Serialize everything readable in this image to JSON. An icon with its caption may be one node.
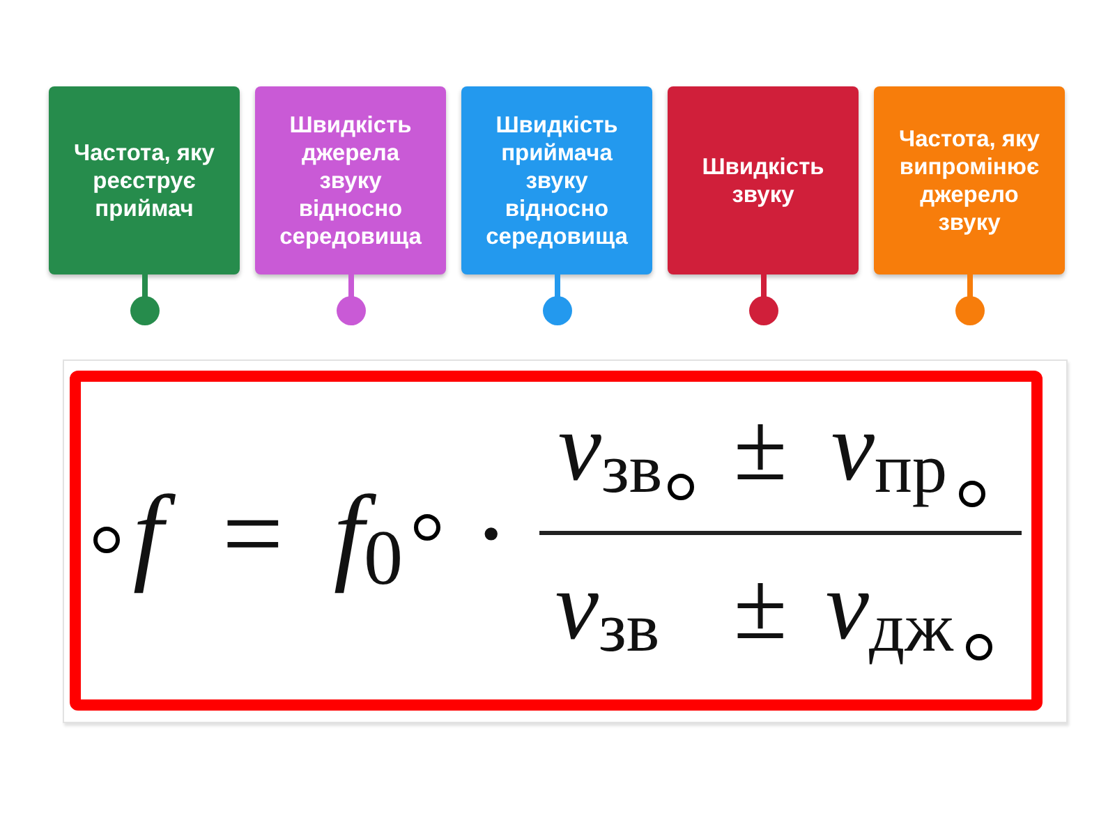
{
  "diagram": {
    "nodes": [
      {
        "text": [
          "Частота, яку реєструє приймач"
        ]
      },
      {
        "text": [
          "Швидкість джерела звуку відносно середовища"
        ]
      },
      {
        "text": [
          "Швидкість приймача звуку відносно середовища"
        ]
      },
      {
        "text": [
          "Швидкість звуку"
        ]
      },
      {
        "text": [
          "Частота, яку випромінює джерело звуку"
        ]
      },
      {
        "text": [
          "f",
          "=",
          "*f*$_{0}$",
          "·",
          "*v*$_{зв}$",
          "±",
          "*v*$_{пр}$",
          "*v*$_{зв}$",
          "±",
          "*v*$_{дж}$"
        ]
      }
    ]
  }
}
